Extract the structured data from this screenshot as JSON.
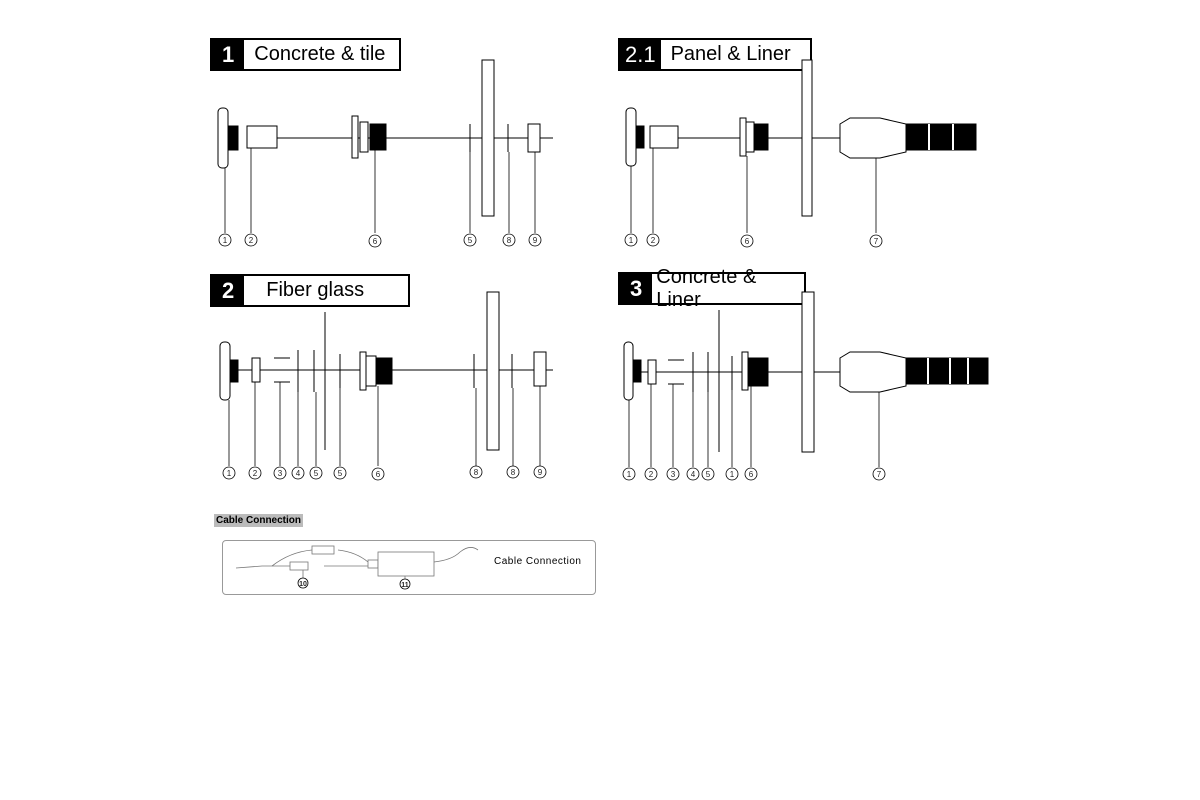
{
  "sections": [
    {
      "number": "1",
      "title": "Concrete & tile",
      "callouts": [
        "1",
        "2",
        "6",
        "5",
        "8",
        "9"
      ]
    },
    {
      "number": "2",
      "title": "Fiber glass",
      "callouts": [
        "1",
        "2",
        "3",
        "4",
        "5",
        "5",
        "6",
        "8",
        "8",
        "9"
      ]
    },
    {
      "number": "2.1",
      "title": "Panel & Liner",
      "callouts": [
        "1",
        "2",
        "6",
        "7"
      ]
    },
    {
      "number": "3",
      "title": "Concrete & Liner",
      "callouts": [
        "1",
        "2",
        "3",
        "4",
        "5",
        "1",
        "6",
        "7"
      ]
    }
  ],
  "cable": {
    "heading": "Cable Connection",
    "label": "Cable Connection",
    "callouts": [
      "10",
      "11"
    ]
  }
}
